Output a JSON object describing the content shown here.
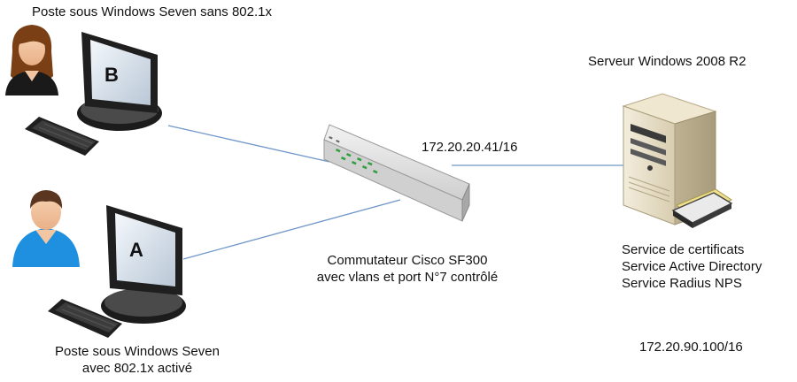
{
  "labels": {
    "pc_b_caption": "Poste sous  Windows Seven sans 802.1x",
    "pc_b_letter": "B",
    "pc_a_letter": "A",
    "pc_a_caption_line1": "Poste sous  Windows Seven",
    "pc_a_caption_line2": "avec 802.1x activé",
    "switch_ip": "172.20.20.41/16",
    "switch_caption_line1": "Commutateur Cisco SF300",
    "switch_caption_line2": "avec vlans et port N°7 contrôlé",
    "server_caption": "Serveur  Windows 2008 R2",
    "server_services": [
      "Service de certificats",
      "Service Active Directory",
      "Service Radius NPS"
    ],
    "server_ip": "172.20.90.100/16"
  },
  "icons": {
    "user_b": "woman-user-icon",
    "user_a": "man-user-icon",
    "pc": "desktop-computer-icon",
    "switch": "network-switch-icon",
    "server": "tower-server-icon"
  },
  "colors": {
    "link": "#6f96c8",
    "monitor_frame": "#1f1f1f",
    "switch_body": "#dcdcdc",
    "server_body": "#e6ddc4",
    "shirt_a": "#1f8fe0",
    "hair_a": "#5a3520"
  }
}
